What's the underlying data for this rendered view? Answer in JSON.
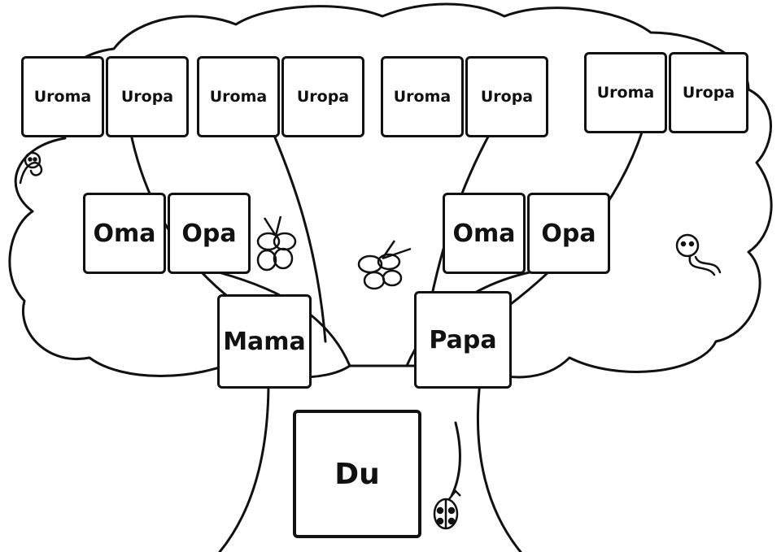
{
  "family_tree": {
    "great_grandparents": [
      {
        "label": "Uroma"
      },
      {
        "label": "Uropa"
      },
      {
        "label": "Uroma"
      },
      {
        "label": "Uropa"
      },
      {
        "label": "Uroma"
      },
      {
        "label": "Uropa"
      },
      {
        "label": "Uroma"
      },
      {
        "label": "Uropa"
      }
    ],
    "grandparents": [
      {
        "label": "Oma"
      },
      {
        "label": "Opa"
      },
      {
        "label": "Oma"
      },
      {
        "label": "Opa"
      }
    ],
    "parents": [
      {
        "label": "Mama"
      },
      {
        "label": "Papa"
      }
    ],
    "self": {
      "label": "Du"
    }
  },
  "decorations": {
    "icons": [
      "snake-icon",
      "butterfly-icon",
      "butterfly-icon",
      "snake-icon",
      "ladybug-icon"
    ],
    "line_color": "#111111",
    "background": "#ffffff"
  }
}
